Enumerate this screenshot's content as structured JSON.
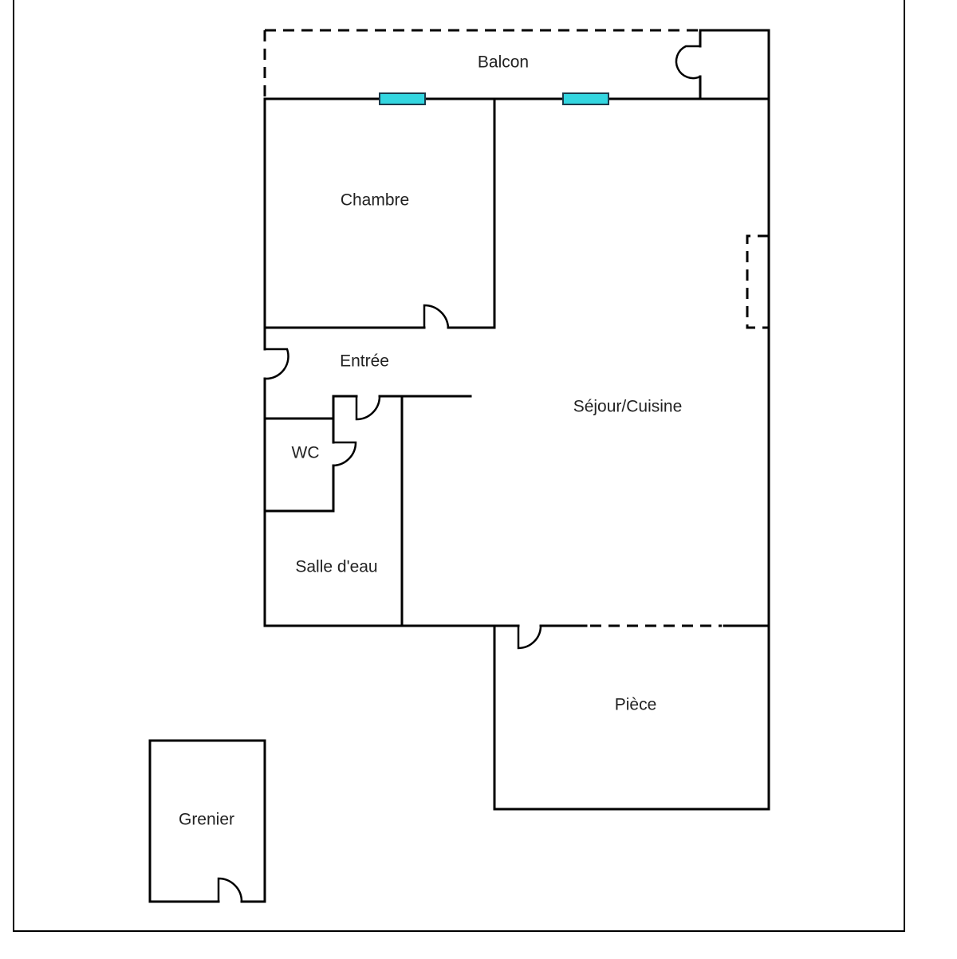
{
  "rooms": {
    "balcon": "Balcon",
    "chambre": "Chambre",
    "entree": "Entrée",
    "wc": "WC",
    "salle_eau": "Salle d'eau",
    "sejour_cuisine": "Séjour/Cuisine",
    "piece": "Pièce",
    "grenier": "Grenier"
  },
  "colors": {
    "wall": "#000000",
    "window_fill": "#33d6e0",
    "background": "#ffffff"
  }
}
